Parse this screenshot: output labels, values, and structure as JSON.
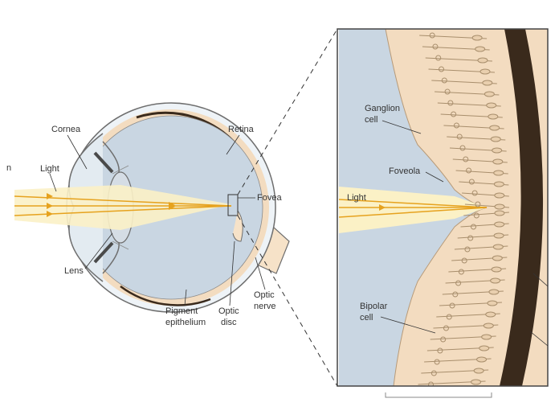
{
  "colors": {
    "eye_outline": "#6e6e6e",
    "vitreous": "#c9d6e2",
    "retina_tissue": "#f3dcc0",
    "retina_dark_layer": "#3a2a1c",
    "light_beam": "#fbf1c6",
    "light_ray": "#e6a21e",
    "optic_nerve": "#f6e2c8",
    "cell_stroke": "#a88e6c"
  },
  "labels": {
    "edge_n": "n",
    "light_left": "Light",
    "cornea": "Cornea",
    "retina": "Retina",
    "fovea": "Fovea",
    "lens": "Lens",
    "pigment_1": "Pigment",
    "pigment_2": "epithelium",
    "optic_disc_1": "Optic",
    "optic_disc_2": "disc",
    "optic_nerve_1": "Optic",
    "optic_nerve_2": "nerve",
    "ganglion_1": "Ganglion",
    "ganglion_2": "cell",
    "foveola": "Foveola",
    "light_right": "Light",
    "bipolar_1": "Bipolar",
    "bipolar_2": "cell"
  }
}
